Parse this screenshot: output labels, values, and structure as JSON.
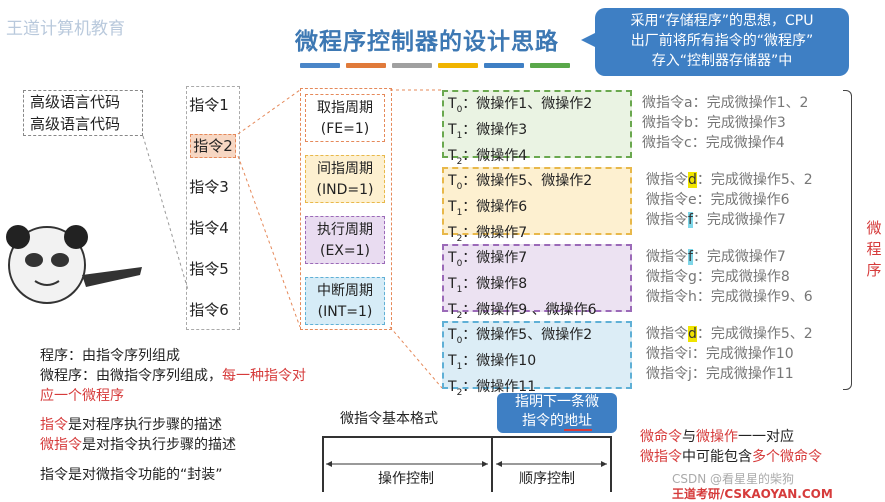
{
  "watermark": "王道计算机教育",
  "title": "微程序控制器的设计思路",
  "bubble": {
    "line1": "采用“存储程序”的思想，CPU",
    "line2": "出厂前将所有指令的“微程序”",
    "line3": "存入“控制器存储器”中"
  },
  "color_bars": [
    "#4a86c8",
    "#e07a3a",
    "#a0a0a0",
    "#f0b400",
    "#3e7fc4",
    "#5aa84a"
  ],
  "source_code": {
    "line1": "高级语言代码",
    "line2": "高级语言代码"
  },
  "instructions": [
    "指令1",
    "指令2",
    "指令3",
    "指令4",
    "指令5",
    "指令6"
  ],
  "cycles": [
    {
      "name": "取指周期",
      "code": "(FE=1)",
      "bg": "#ffffff",
      "border": "#e5895a"
    },
    {
      "name": "间指周期",
      "code": "(IND=1)",
      "bg": "#fdf0d0",
      "border": "#e8b84a"
    },
    {
      "name": "执行周期",
      "code": "(EX=1)",
      "bg": "#e9dcf1",
      "border": "#9b6ab8"
    },
    {
      "name": "中断周期",
      "code": "(INT=1)",
      "bg": "#d6ecf7",
      "border": "#5fb0d6"
    }
  ],
  "micro_groups": [
    {
      "border": "#6aa84f",
      "bg": "#eaf3e3",
      "rows": [
        {
          "t": "T",
          "s": "0",
          "ops": "：微操作1、微操作2"
        },
        {
          "t": "T",
          "s": "1",
          "ops": "：微操作3"
        },
        {
          "t": "T",
          "s": "2",
          "ops": "：微操作4"
        }
      ]
    },
    {
      "border": "#e8b84a",
      "bg": "#fdf0d0",
      "rows": [
        {
          "t": "T",
          "s": "0",
          "ops": "：微操作5、微操作2"
        },
        {
          "t": "T",
          "s": "1",
          "ops": "：微操作6"
        },
        {
          "t": "T",
          "s": "2",
          "ops": "：微操作7"
        }
      ]
    },
    {
      "border": "#9b6ab8",
      "bg": "#ece2f2",
      "rows": [
        {
          "t": "T",
          "s": "0",
          "ops": "：微操作7"
        },
        {
          "t": "T",
          "s": "1",
          "ops": "：微操作8"
        },
        {
          "t": "T",
          "s": "2",
          "ops": "：微操作9 、微操作6"
        }
      ]
    },
    {
      "border": "#5fb0d6",
      "bg": "#dcedf6",
      "rows": [
        {
          "t": "T",
          "s": "0",
          "ops": "：微操作5、微操作2"
        },
        {
          "t": "T",
          "s": "1",
          "ops": "：微操作10"
        },
        {
          "t": "T",
          "s": "2",
          "ops": "：微操作11"
        }
      ]
    }
  ],
  "micro_instructions": [
    [
      {
        "pre": "微指令",
        "letter": "a",
        "text": "：完成微操作1、2"
      },
      {
        "pre": "微指令",
        "letter": "b",
        "text": "：完成微操作3"
      },
      {
        "pre": "微指令",
        "letter": "c",
        "text": "：完成微操作4"
      }
    ],
    [
      {
        "pre": "微指令",
        "letter": "d",
        "text": "：完成微操作5、2"
      },
      {
        "pre": "微指令",
        "letter": "e",
        "text": "：完成微操作6"
      },
      {
        "pre": "微指令",
        "letter": "f",
        "text": "：完成微操作7"
      }
    ],
    [
      {
        "pre": "微指令",
        "letter": "f",
        "text": "：完成微操作7"
      },
      {
        "pre": "微指令",
        "letter": "g",
        "text": "：完成微操作8"
      },
      {
        "pre": "微指令",
        "letter": "h",
        "text": "：完成微操作9、6"
      }
    ],
    [
      {
        "pre": "微指令",
        "letter": "d",
        "text": "：完成微操作5、2"
      },
      {
        "pre": "微指令",
        "letter": "i",
        "text": "：完成微操作10"
      },
      {
        "pre": "微指令",
        "letter": "j",
        "text": "：完成微操作11"
      }
    ]
  ],
  "side_label": "微程序",
  "def_program": "程序：由指令序列组成",
  "def_micro": {
    "part1": "微程序：由微指令序列组成，",
    "part2": "每一种指令对",
    "part3": "应一个微程序"
  },
  "desc1": {
    "red": "指令",
    "rest": "是对程序执行步骤的描述"
  },
  "desc2": {
    "red": "微指令",
    "rest": "是对指令执行步骤的描述"
  },
  "desc3": "指令是对微指令功能的“封装”",
  "format_title": "微指令基本格式",
  "format_fields": [
    "操作控制",
    "顺序控制"
  ],
  "tip": {
    "line1": "指明下一条微",
    "line2": "指令的",
    "line3": "地址"
  },
  "right_note1": {
    "a": "微命令",
    "b": "与",
    "c": "微操作",
    "d": "一一对应"
  },
  "right_note2": {
    "a": "微指令",
    "b": "中可能包含",
    "c": "多个微命令"
  },
  "footer": "CSDN @看星星的柴狗",
  "logo": "王道考研/CSKAOYAN.COM"
}
